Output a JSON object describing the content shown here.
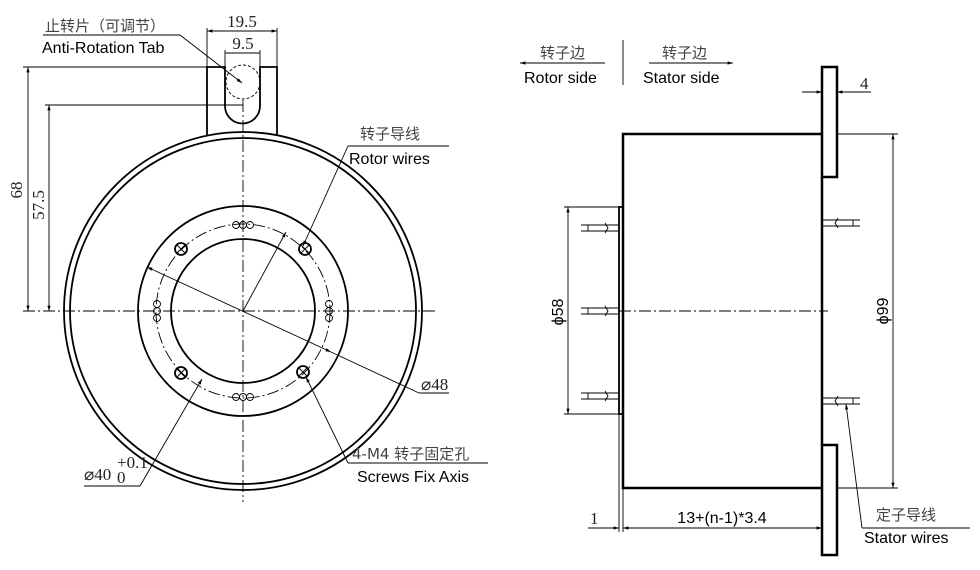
{
  "front_view": {
    "tab_label_cn": "止转片（可调节）",
    "tab_label_en": "Anti-Rotation Tab",
    "dim_tab_width": "19.5",
    "dim_slot_width": "9.5",
    "dim_height_total": "68",
    "dim_height_slot": "57.5",
    "rotor_wires_cn": "转子导线",
    "rotor_wires_en": "Rotor wires",
    "dim_pcd": "⌀48",
    "dim_bore": "⌀40",
    "dim_bore_tol_upper": "+0.1",
    "dim_bore_tol_lower": "0",
    "screws_cn": "4-M4 转子固定孔",
    "screws_en": "Screws Fix Axis"
  },
  "side_view": {
    "rotor_side_cn": "转子边",
    "rotor_side_en": "Rotor side",
    "stator_side_cn": "转子边",
    "stator_side_en": "Stator side",
    "dim_flange_thickness": "4",
    "dim_rotor_dia": "ϕ58",
    "dim_stator_dia": "ϕ99",
    "dim_offset": "1",
    "dim_length": "13+(n-1)*3.4",
    "stator_wires_cn": "定子导线",
    "stator_wires_en": "Stator wires"
  }
}
